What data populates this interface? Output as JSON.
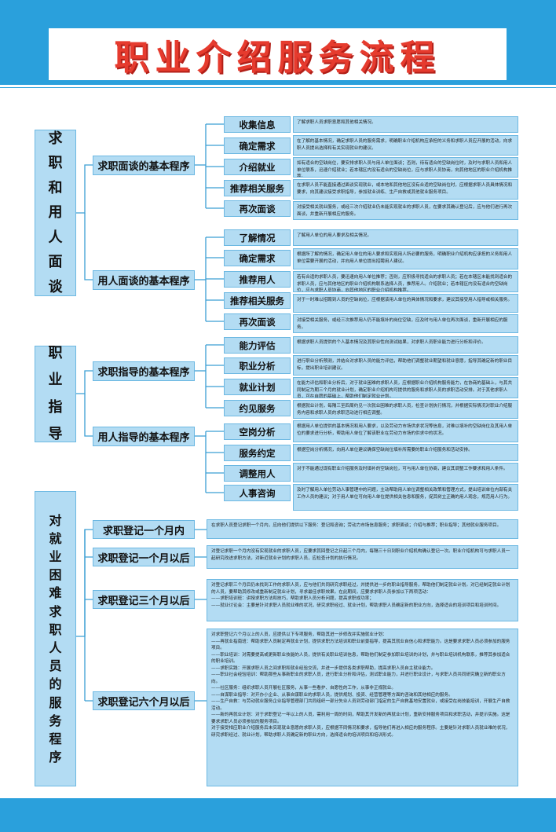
{
  "title": "职业介绍服务流程",
  "colors": {
    "band": "#2aa0dc",
    "box_fill": "#b3dcf3",
    "box_border": "#6cb8e2",
    "title_red": "#e63b2e",
    "line": "#3b9fd4"
  },
  "sections": {
    "s1": {
      "label": "求职和用人面谈",
      "groups": {
        "g1": {
          "label": "求职面谈的基本程序",
          "steps": [
            {
              "tag": "收集信息",
              "desc": "了解求职人员求职意愿和其他相关情况。"
            },
            {
              "tag": "确定需求",
              "desc": "在了解的基本情况，确定求职人员的服务需求，明确职业介绍机构应承担的义务和求职人员应开展的活动，向求职人员提出选择和有关实现就业的建议。"
            },
            {
              "tag": "介绍就业",
              "desc": "如有适合的空缺岗位，要安排求职人员与用人单位面谈；否则，待有适合的空缺岗位时，及时与求职人员和用人单位联系，迅速介绍就业；若本辖区内没有适合的空缺岗位，应与求职人员协商，向其他地区的职业介绍机构推荐。"
            },
            {
              "tag": "推荐相关服务",
              "desc": "在求职人员不能直接通过面谈实现就业，或本地和其他地区没有合适的空缺岗位时，应根据求职人员具体情况和要求，向其建议接受求职指导，参加就业训练、生产自救或其他就业服务项目。"
            },
            {
              "tag": "再次面谈",
              "desc": "对接受相关就业服务，或经三次介绍就业仍未能实现就业的求职人员，在要求其确认登记后，应与他们进行再次面谈，并重新开展相应的服务。"
            }
          ]
        },
        "g2": {
          "label": "用人面谈的基本程序",
          "steps": [
            {
              "tag": "了解情况",
              "desc": "了解用人单位的用人要求及相关情况。"
            },
            {
              "tag": "确定需求",
              "desc": "根据所了解的情况，确定用人单位的用人要求和实现用人所必要的服务，明确职业介绍机构应承担的义务和用人单位需要开展的活动，并向用人单位提出招聘用人建议。"
            },
            {
              "tag": "推荐用人",
              "desc": "若有合适的求职人员，要迅速向用人单位推荐；否则，应积极寻找适合的求职人员；若在本辖区未能找到适合的求职人员，应与其他地区的职业介绍机构联系选择人员，推荐用人。介绍就业；若本辖区内没有适合的空缺岗位，应与求职人员协商，向其他地区的职业介绍机构推荐。"
            },
            {
              "tag": "推荐相关服务",
              "desc": "对于一时难以招聘到人员的空缺岗位，应根据该用人单位的具体情况和要求，建议其接受用人指导或相关服务。"
            },
            {
              "tag": "再次面谈",
              "desc": "对接受相关服务，或经三次推荐用人仍不能填补的岗位空缺，应及时与用人单位再次面谈，重新开展相应的服务。"
            }
          ]
        }
      }
    },
    "s2": {
      "label": "职业指导",
      "groups": {
        "g3": {
          "label": "求职指导的基本程序",
          "steps": [
            {
              "tag": "能力评估",
              "desc": "根据求职人员提供的个人基本情况及其职业性向测试结果，对求职人员职业能力进行分析和评价。"
            },
            {
              "tag": "职业分析",
              "desc": "进行职业分析预测，并结合对求职人员的能力评估，帮助他们调整就业期望和就业意愿，指导其确定新的职业目标，提出职业培训建议。"
            },
            {
              "tag": "就业计划",
              "desc": "在能力评估和职业分析后，对于就业困难的求职人员，应根据职业介绍机构服务能力，在协商的基础上，与其共同制定为期三个月的就业计划，确定职业介绍机构可提供的服务和求职人员的求职活动安排。对于其他求职人员，可在自愿的基础上，帮助他们制定就业计划。"
            },
            {
              "tag": "约见服务",
              "desc": "根据就业计划，每隔三至四周约见一次就业困难的求职人员，检查计划执行情况，并根据实际情况对职业介绍服务内容和求职人员的求职活动进行相应调整。"
            }
          ]
        },
        "g4": {
          "label": "用人指导的基本程序",
          "steps": [
            {
              "tag": "空岗分析",
              "desc": "根据用人单位提供的基本情况和用人要求，以及劳动力市场供求状况等信息，对难以填补的空缺岗位及其用人单位的要求进行分析，帮助用人单位了解该职业在劳动力市场的供求中的状况。"
            },
            {
              "tag": "服务约定",
              "desc": "根据空岗分析情况，向用人单位建议确保空缺岗位填补所需要的职业介绍服务和活动安排。"
            },
            {
              "tag": "调整用人",
              "desc": "对于不能通过现有职业介绍服务及时填补的空缺岗位，可与用人单位协商，建议其调整工作要求和用人条件。"
            },
            {
              "tag": "人事咨询",
              "desc": "及时了解用人单位劳动人事管理中的问题，主动帮助用人单位调整相关政策和管理方式，提出培训单位内部有关工作人员的建议；对于用人单位可向用人单位提供相关信息和服务，促其树立正确的用人观念，规范用人行为。"
            }
          ]
        }
      }
    },
    "s3": {
      "label": "对就业困难求职人员的服务程序",
      "groups": [
        {
          "label": "求职登记一个月内",
          "paras": [
            "在求职人员登记求职一个月内，应向他们提供以下服务：登记和咨询；劳动力市场信息服务；求职面谈；介绍与推荐；职业指导；其他就业服务项目。"
          ]
        },
        {
          "label": "求职登记一个月以后",
          "paras": [
            "对登记求职一个月内没有实现就业的求职人员，应要求其回登记之日起三个月内，每隔三十日到职业介绍机构确认登记一次。职业介绍机构可与求职人员一起研究改进求职方法，对新近就业计划的求职人员，应检查计划的执行情况。"
          ]
        },
        {
          "label": "求职登记三个月以后",
          "paras": [
            "对登记求职三个月后仍未找到工作的求职人员，应与他们共同研究求职经过，并提供进一步的职业指导服务，帮助他们制定就业计划。对已经制定就业计划的人员，要帮助其修改或重新制定就业计划，寻求最佳求职效果。在此期间，应要求求职人员参加以下两项活动：",
            "——求职培训班：讲授求职方法和技巧，帮助求职人员分析问题，提高求职成功率；",
            "——就业讨论会：主要是针对求职人员就业难的状况，研究求职经过、就业计划，帮助求职人员确定新的职业方向，选择适合的培训项目和培训时间。"
          ]
        },
        {
          "label": "求职登记六个月以后",
          "paras": [
            "对求职登记六个月以上的人员，应提供以下专项服务，帮助其进一步修改并实施就业计划：",
            "——再就业指南班：帮助求职人员制定再就业计划，提供求职方法培训和职业前景指导，提高其就业自信心和求职能力。这是要求求职人员必须参加的服务项目。",
            "——职业培训：对需要提高或更新职业技能的人员，提供有关职业培训信息，帮助他们制定参加职业培训的计划，并与职业培训机构联系，推荐其参加适合的职业培训。",
            "——求职实践：开展求职人员之间求职和就业经验交流，并进一步提供各类求职帮助，提高求职人员自主就业能力。",
            "——职业社会经验培训：帮助那些从事新职业的求职人员，进行职业分析和评估，测试职业能力，并进行职业设计，与求职人员共同研究确立新的职业方向。",
            "——社区服务：组织求职人员开展社区服务，从事一些看护、自愿性的工作，从事非正规就业。",
            "——自谋职业指导：对开办小企业、从事自谋职业的求职人员，提供规划、投资、经营管理等方面的咨询和其他相应的服务。",
            "——生产自救：与劳动就业服务企业指导管理部门共同组织一部分失业人员到劳动部门指定的生产自救基地安置就业，或接受在岗技能培训，开展生产自救活动。",
            "——新的再就业计划：对于求职登记一年以上的人员，需利用一周的时间，帮助其开发新的再就业计划，重新安排服务项目和求职活动，并提示实施。这是要求求职人员必须参加的服务项目。",
            "对于接受相应职业介绍服务后未实现就业意愿的求职人员，应根据不同情况和要求，指导他们再进入相应的服务程序。主要是针对求职人员就业难的状况，研究求职经过、就业计划，帮助求职人员确定新的职业方向，选择适合的培训项目和培训形式。"
          ]
        }
      ]
    }
  }
}
